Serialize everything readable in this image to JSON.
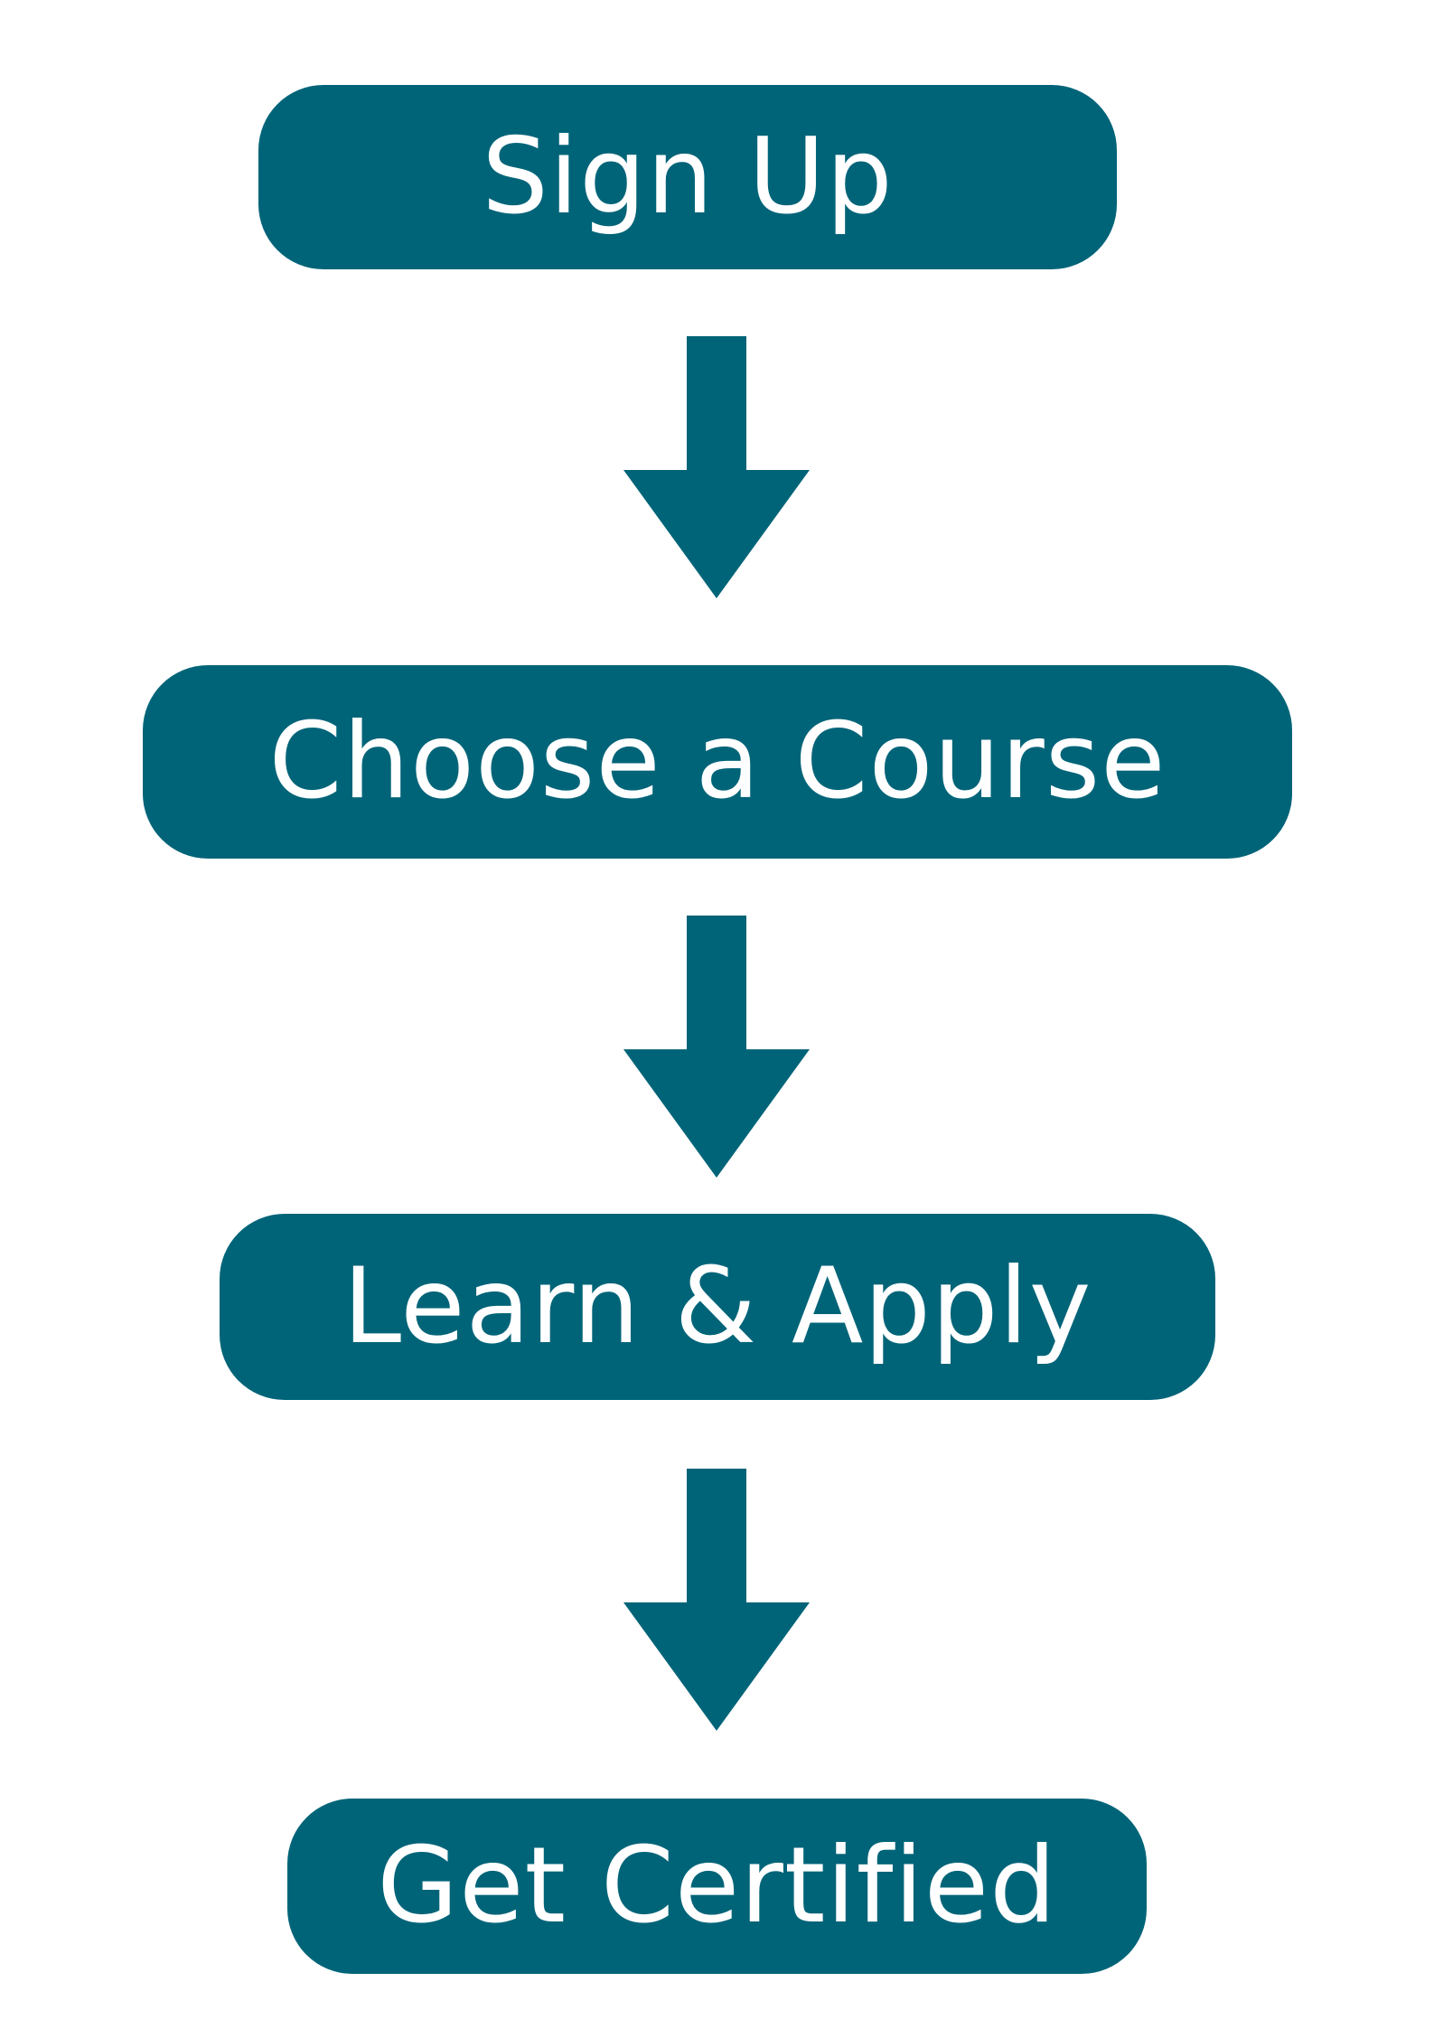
{
  "colors": {
    "step_fill": "#006478",
    "arrow_fill": "#006478",
    "label_text": "#ffffff",
    "background": "#ffffff"
  },
  "steps": [
    {
      "label": "Sign Up"
    },
    {
      "label": "Choose a Course"
    },
    {
      "label": "Learn & Apply"
    },
    {
      "label": "Get Certified"
    }
  ],
  "arrows": [
    {
      "icon": "arrow-down-icon"
    },
    {
      "icon": "arrow-down-icon"
    },
    {
      "icon": "arrow-down-icon"
    }
  ]
}
